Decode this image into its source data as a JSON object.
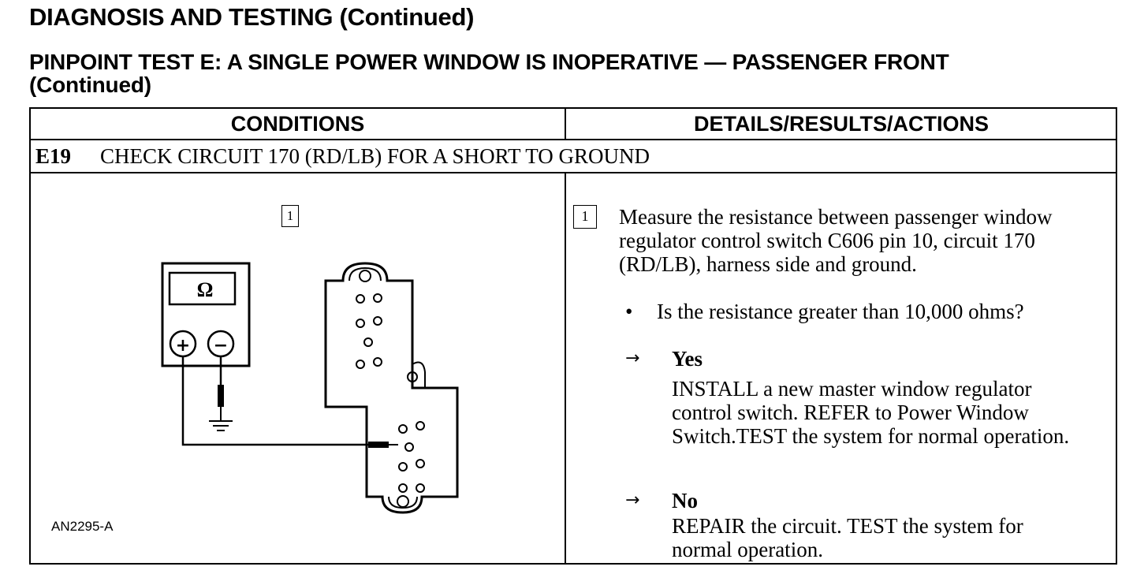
{
  "header": {
    "title": "DIAGNOSIS AND TESTING (Continued)",
    "subtitle_line1": "PINPOINT TEST E: A SINGLE POWER WINDOW IS INOPERATIVE — PASSENGER FRONT",
    "subtitle_line2": "(Continued)"
  },
  "table": {
    "col_conditions": "CONDITIONS",
    "col_details": "DETAILS/RESULTS/ACTIONS"
  },
  "step": {
    "id": "E19",
    "title": "CHECK CIRCUIT 170 (RD/LB) FOR A SHORT TO GROUND"
  },
  "diagram": {
    "callout": "1",
    "meter_symbol": "Ω",
    "plus": "+",
    "minus": "−",
    "figure_id": "AN2295-A"
  },
  "details": {
    "callout": "1",
    "instruction_lines": [
      "Measure the resistance between passenger window",
      "regulator control switch C606 pin 10, circuit 170",
      "(RD/LB), harness side and ground."
    ],
    "bullet": "•",
    "question": "Is the resistance greater than 10,000 ohms?",
    "arrow": "→",
    "yes_label": "Yes",
    "yes_lines": [
      "INSTALL a new master window regulator",
      "control switch. REFER to Power Window",
      "Switch.TEST the system for normal operation."
    ],
    "no_label": "No",
    "no_lines": [
      "REPAIR the circuit. TEST the system for",
      "normal operation."
    ]
  }
}
